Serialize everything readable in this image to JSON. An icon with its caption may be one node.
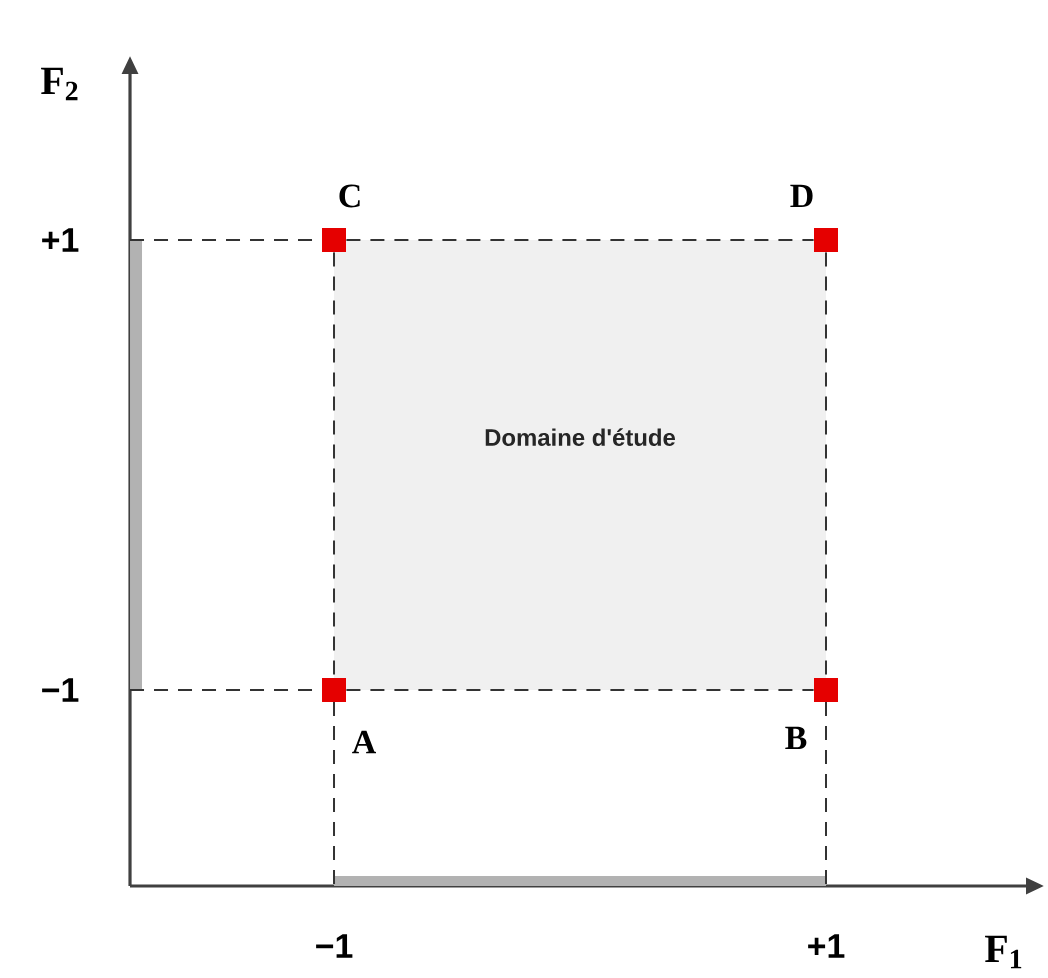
{
  "diagram": {
    "nodes": [
      {
        "text": [
          "Domaine d'étude"
        ]
      },
      {
        "text": [],
        "shape": "box",
        "beside": [
          "A"
        ]
      },
      {
        "text": [],
        "shape": "box",
        "beside": [
          "B"
        ]
      },
      {
        "text": [],
        "shape": "box",
        "beside": [
          "C"
        ]
      },
      {
        "text": [],
        "shape": "box",
        "beside": [
          "D"
        ]
      }
    ],
    "edges": [
      {
        "from": 3,
        "to": 4,
        "arrow": "none",
        "style": "dashed"
      },
      {
        "from": 1,
        "to": 2,
        "arrow": "none",
        "style": "dashed"
      },
      {
        "from": 3,
        "to": 1,
        "arrow": "none",
        "style": "dashed"
      },
      {
        "from": 4,
        "to": 2,
        "arrow": "none",
        "style": "dashed"
      }
    ],
    "labels": [
      "F$_{2}$",
      "+1",
      "−1",
      "−1",
      "+1",
      "F$_{1}$"
    ]
  }
}
